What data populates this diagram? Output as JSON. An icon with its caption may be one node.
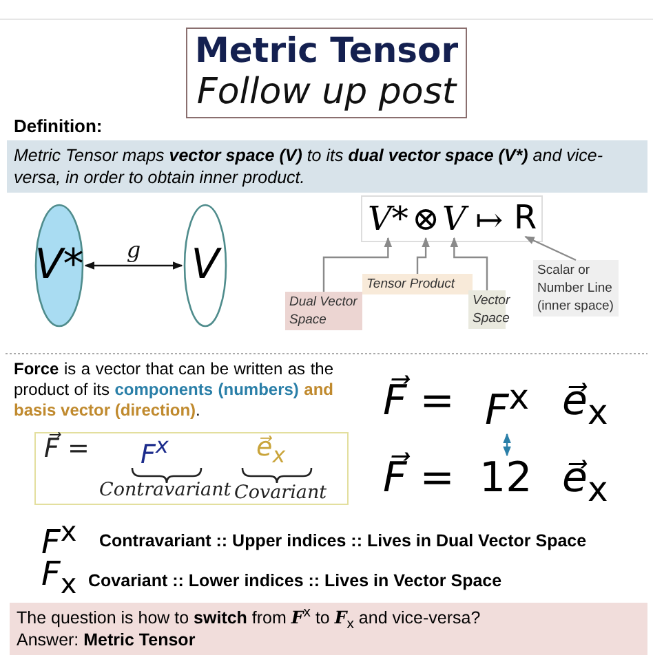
{
  "diagram": {
    "title": "Metric Tensor",
    "nodes": [
      {
        "text": [
          "V*"
        ]
      },
      {
        "text": [
          "V"
        ]
      },
      {
        "text": [],
        "shape": "box"
      },
      {
        "text": [
          "V*"
        ],
        "in": 2
      },
      {
        "text": [
          "⊗"
        ],
        "in": 2
      },
      {
        "text": [
          "V"
        ],
        "in": 2
      },
      {
        "text": [
          "↦"
        ],
        "in": 2
      },
      {
        "text": [
          "R"
        ],
        "in": 2
      },
      {
        "text": [
          "Dual Vector Space"
        ]
      },
      {
        "text": [
          "Tensor Product"
        ]
      },
      {
        "text": [
          "Vector Space"
        ]
      },
      {
        "text": [
          "Scalar or Number Line (inner space)"
        ]
      },
      {
        "text": [
          "*F⃗* =",
          "*F*$^{x}$",
          "Contravariant",
          "*e⃗*$_{x}$",
          "Covariant"
        ]
      },
      {
        "text": [
          "*F*$^{x}$"
        ]
      },
      {
        "text": [
          "12"
        ]
      }
    ],
    "edges": [
      {
        "from": 0,
        "to": 1,
        "arrow": "both",
        "label": "g",
        "color": "#111111"
      },
      {
        "from": 8,
        "to": 3,
        "arrow": "to"
      },
      {
        "from": 9,
        "to": 4,
        "arrow": "to"
      },
      {
        "from": 10,
        "to": 5,
        "arrow": "to"
      },
      {
        "from": 11,
        "to": 7,
        "arrow": "to"
      },
      {
        "from": 13,
        "to": 14,
        "arrow": "both",
        "color": "#2a7fa8"
      }
    ],
    "labels": [
      "Follow up post",
      "Definition:",
      "Metric Tensor maps **vector space (V)** to its **dual vector space (V*)** and vice-versa, in order to obtain inner product.",
      "**Force** is a vector that can be written as the product of its **components (numbers)** **and basis vector (direction)**.",
      "*F⃗* =",
      "*e⃗*$_{x}$",
      "*F⃗* =",
      "*e⃗*$_{x}$",
      "*F*$^{x}$",
      "Contravariant :: Upper indices :: Lives in Dual Vector Space",
      "*F*$_{x}$",
      "Covariant :: Lower indices :: Lives in Vector Space",
      "The question is how to **switch** from *F*$^{x}$ to *F*$_{x}$ and vice-versa?",
      "Answer: **Metric Tensor**"
    ]
  }
}
